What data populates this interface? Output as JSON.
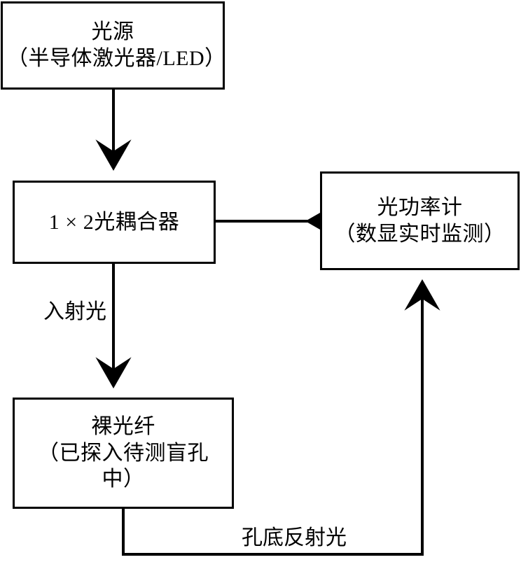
{
  "diagram": {
    "type": "flowchart",
    "orientation": "top-down with feedback loop",
    "background_color": "#ffffff",
    "line_color": "#000000",
    "nodes": [
      {
        "id": "source",
        "label": "光源\n（半导体激光器/LED）",
        "shape": "rectangle"
      },
      {
        "id": "coupler",
        "label": "1 × 2光耦合器",
        "shape": "rectangle"
      },
      {
        "id": "powermeter",
        "label": "光功率计\n（数显实时监测）",
        "shape": "rectangle"
      },
      {
        "id": "fiber",
        "label": "裸光纤\n（已探入待测盲孔\n中）",
        "shape": "rectangle"
      }
    ],
    "edges": [
      {
        "id": "e1",
        "from": "source",
        "to": "coupler",
        "label": "",
        "direction": "down"
      },
      {
        "id": "e2",
        "from": "coupler",
        "to": "powermeter",
        "label": "",
        "direction": "right"
      },
      {
        "id": "e3",
        "from": "coupler",
        "to": "fiber",
        "label": "入射光",
        "direction": "down"
      },
      {
        "id": "e4",
        "from": "fiber",
        "to": "powermeter",
        "label": "孔底反射光",
        "direction": "down-right-up"
      }
    ]
  }
}
